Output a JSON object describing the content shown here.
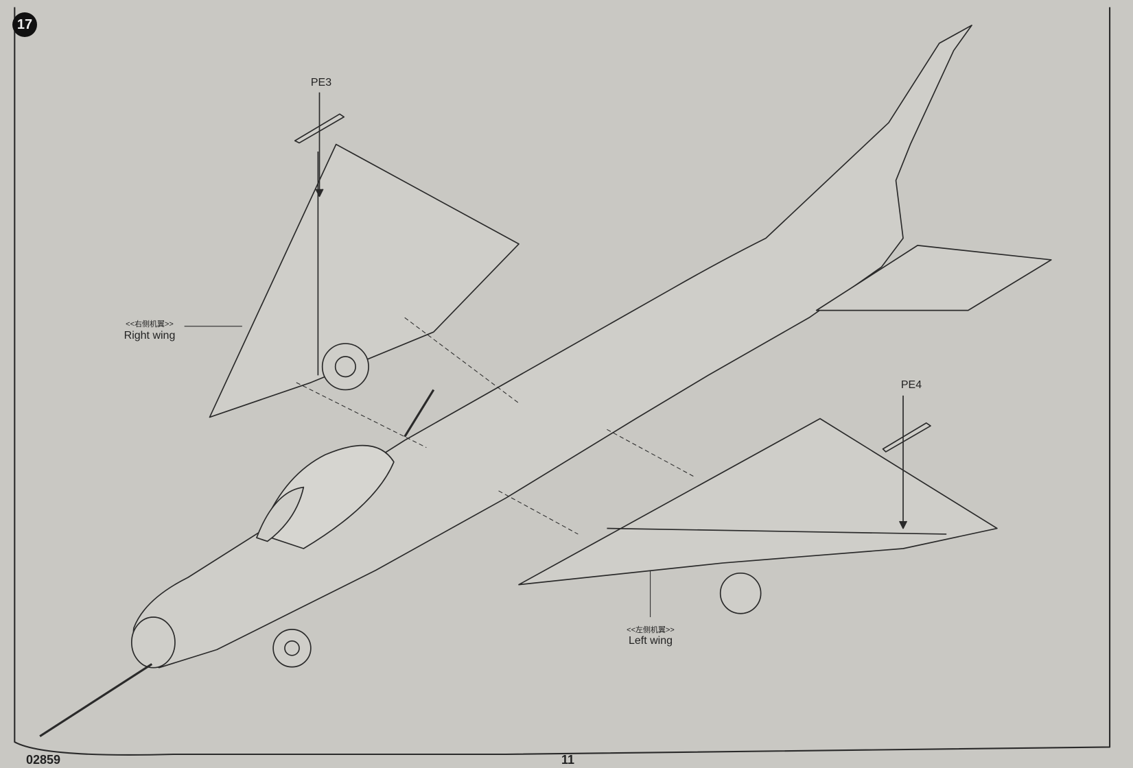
{
  "step_number": "17",
  "parts": {
    "pe3": "PE3",
    "pe4": "PE4"
  },
  "right_wing": {
    "label_cn": "<<右侧机翼>>",
    "label_en": "Right wing"
  },
  "left_wing": {
    "label_cn": "<<左侧机翼>>",
    "label_en": "Left wing"
  },
  "footer": {
    "code": "02859",
    "page": "11"
  }
}
